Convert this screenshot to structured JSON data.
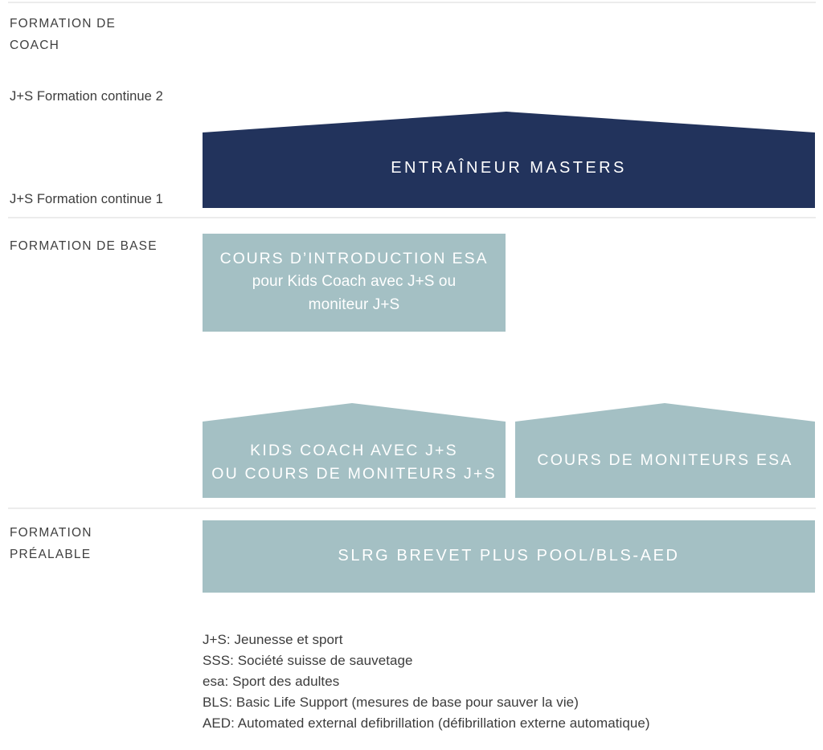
{
  "theme": {
    "background": "#ffffff",
    "navy": "#22335c",
    "teal": "#a4c0c4",
    "divider": "#ececec",
    "text": "#3c3c3c",
    "on_shape_text": "#ffffff"
  },
  "rows": {
    "coach": {
      "label": "FORMATION DE\nCOACH",
      "notes": [
        "J+S Formation continue 2",
        "J+S Formation continue 1"
      ]
    },
    "base": {
      "label": "FORMATION DE BASE"
    },
    "prerequisite": {
      "label": "FORMATION\nPRÉALABLE"
    }
  },
  "shapes": {
    "masters_banner": {
      "label": "ENTRAÎNEUR MASTERS",
      "color": "#22335c",
      "form": "roof-banner"
    },
    "intro_esa": {
      "line1": "COURS D’INTRODUCTION ESA",
      "line2": "pour Kids Coach avec J+S ou",
      "line3": "moniteur J+S",
      "color": "#a4c0c4",
      "form": "rectangle"
    },
    "kids_coach": {
      "line1": "KIDS COACH AVEC J+S",
      "line2": "OU COURS DE MONITEURS J+S",
      "color": "#a4c0c4",
      "form": "roof"
    },
    "moniteurs_esa": {
      "label": "COURS DE MONITEURS ESA",
      "color": "#a4c0c4",
      "form": "roof"
    },
    "slrg_bar": {
      "label": "SLRG BREVET PLUS POOL/BLS-AED",
      "color": "#a4c0c4",
      "form": "rectangle"
    }
  },
  "legend": {
    "lines": [
      "J+S: Jeunesse et sport",
      "SSS: Société suisse de sauvetage",
      "esa: Sport des adultes",
      "BLS: Basic Life Support (mesures de base pour sauver la vie)",
      "AED: Automated external defibrillation (défibrillation externe automatique)"
    ]
  }
}
